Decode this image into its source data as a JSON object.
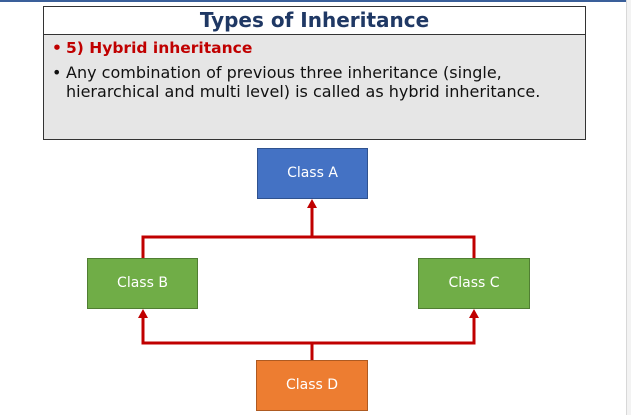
{
  "slide": {
    "title": "Types of Inheritance",
    "bullets": [
      {
        "marker": "•",
        "text": "5) Hybrid inheritance"
      },
      {
        "marker": "•",
        "text": "Any combination of previous three inheritance (single, hierarchical and multi level) is called as hybrid inheritance."
      }
    ]
  },
  "diagram": {
    "nodes": [
      {
        "id": "a",
        "label": "Class A",
        "color": "#4472c4"
      },
      {
        "id": "b",
        "label": "Class B",
        "color": "#70ad47"
      },
      {
        "id": "c",
        "label": "Class C",
        "color": "#70ad47"
      },
      {
        "id": "d",
        "label": "Class D",
        "color": "#ed7d31"
      }
    ],
    "edges": [
      {
        "from": "b",
        "to": "a"
      },
      {
        "from": "c",
        "to": "a"
      },
      {
        "from": "d",
        "to": "b"
      },
      {
        "from": "d",
        "to": "c"
      }
    ],
    "connector_color": "#c00000"
  }
}
